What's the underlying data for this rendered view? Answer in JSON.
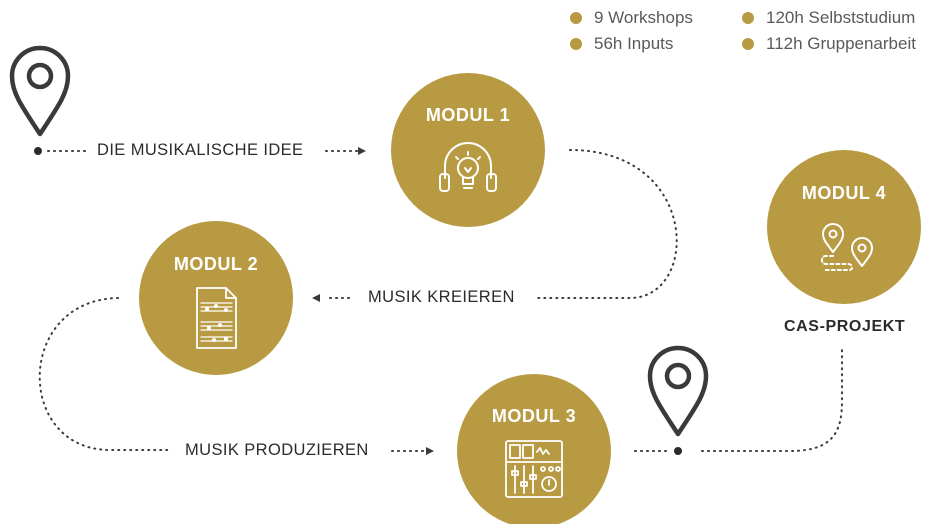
{
  "colors": {
    "gold": "#b89a42",
    "text": "#2b2b2b",
    "pin": "#3a3a3a"
  },
  "legend": [
    {
      "label": "9 Workshops"
    },
    {
      "label": "120h Selbststudium"
    },
    {
      "label": "56h Inputs"
    },
    {
      "label": "112h Gruppenarbeit"
    }
  ],
  "steps": {
    "start": "DIE MUSIKALISCHE IDEE",
    "create": "MUSIK KREIEREN",
    "produce": "MUSIK PRODUZIEREN",
    "project": "CAS-PROJEKT"
  },
  "modules": [
    {
      "title": "MODUL 1",
      "icon": "headphones-lightbulb-icon"
    },
    {
      "title": "MODUL 2",
      "icon": "sheet-music-icon"
    },
    {
      "title": "MODUL 3",
      "icon": "mixing-console-icon"
    },
    {
      "title": "MODUL 4",
      "icon": "route-pins-icon"
    }
  ]
}
